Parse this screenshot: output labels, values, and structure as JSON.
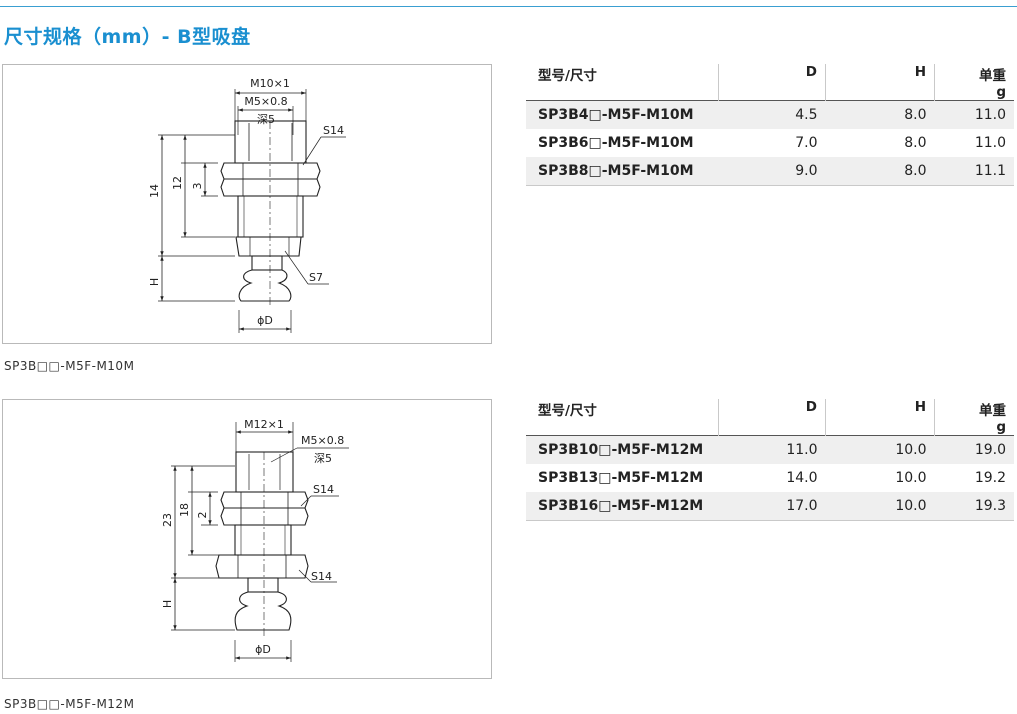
{
  "title": "尺寸规格（mm）- B型吸盘",
  "sections": [
    {
      "caption": "SP3B□□-M5F-M10M",
      "drawing": {
        "thread_main": "M10×1",
        "thread_port": "M5×0.8",
        "depth": "深5",
        "hex_upper": "S14",
        "hex_lower": "S7",
        "dim_total": "14",
        "dim_thread": "12",
        "dim_nut": "3",
        "dim_h": "H",
        "dim_d": "ϕD"
      },
      "table": {
        "headers": {
          "model": "型号/尺寸",
          "d": "D",
          "h": "H",
          "weight_line1": "单重",
          "weight_line2": "g"
        },
        "rows": [
          {
            "model": "SP3B4□-M5F-M10M",
            "d": "4.5",
            "h": "8.0",
            "weight": "11.0"
          },
          {
            "model": "SP3B6□-M5F-M10M",
            "d": "7.0",
            "h": "8.0",
            "weight": "11.0"
          },
          {
            "model": "SP3B8□-M5F-M10M",
            "d": "9.0",
            "h": "8.0",
            "weight": "11.1"
          }
        ]
      }
    },
    {
      "caption": "SP3B□□-M5F-M12M",
      "drawing": {
        "thread_main": "M12×1",
        "thread_port": "M5×0.8",
        "depth": "深5",
        "hex_upper": "S14",
        "hex_lower": "S14",
        "dim_total": "23",
        "dim_thread": "18",
        "dim_nut": "2",
        "dim_h": "H",
        "dim_d": "ϕD"
      },
      "table": {
        "headers": {
          "model": "型号/尺寸",
          "d": "D",
          "h": "H",
          "weight_line1": "单重",
          "weight_line2": "g"
        },
        "rows": [
          {
            "model": "SP3B10□-M5F-M12M",
            "d": "11.0",
            "h": "10.0",
            "weight": "19.0"
          },
          {
            "model": "SP3B13□-M5F-M12M",
            "d": "14.0",
            "h": "10.0",
            "weight": "19.2"
          },
          {
            "model": "SP3B16□-M5F-M12M",
            "d": "17.0",
            "h": "10.0",
            "weight": "19.3"
          }
        ]
      }
    }
  ]
}
